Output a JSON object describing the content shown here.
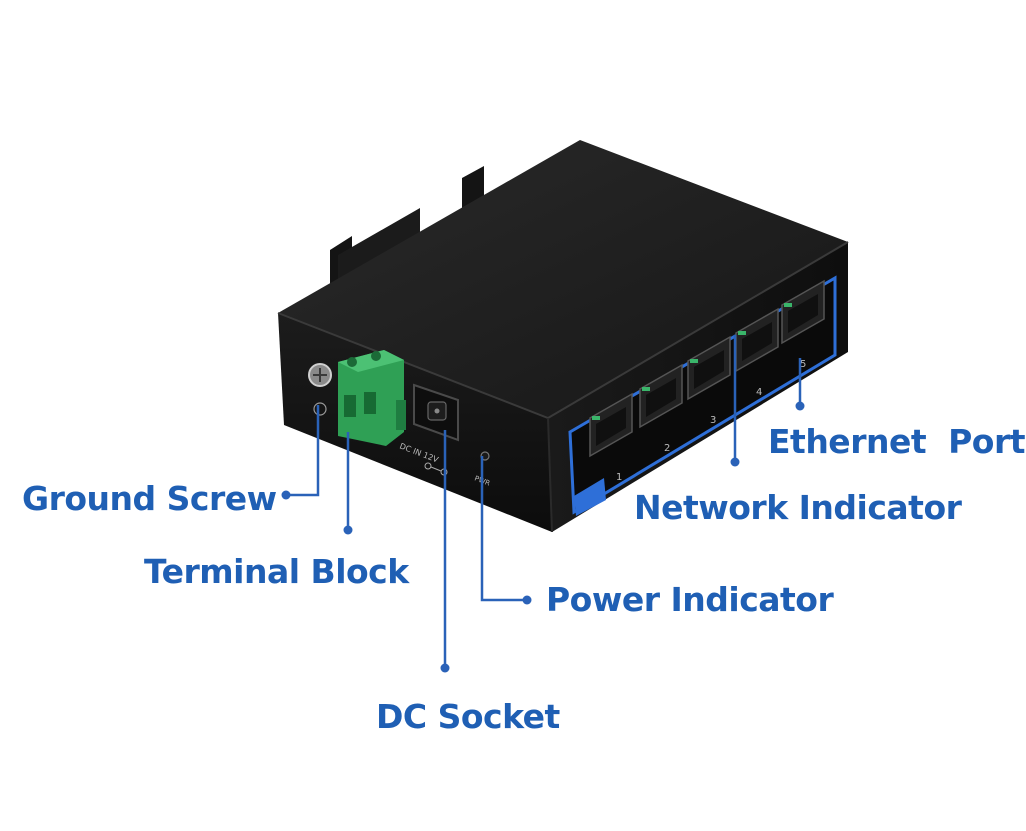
{
  "callouts": {
    "ground_screw": "Ground Screw",
    "terminal_block": "Terminal Block",
    "dc_socket": "DC Socket",
    "power_indicator": "Power Indicator",
    "network_indicator": "Network Indicator",
    "ethernet_port": "Ethernet  Port"
  },
  "device": {
    "dc_label": "DC IN 12V",
    "pwr_label": "PWR",
    "port_numbers": [
      "1",
      "2",
      "3",
      "4",
      "5"
    ]
  },
  "colors": {
    "callout_blue": "#1f5fb4",
    "leader_line": "#2a62b8",
    "device_body": "#151515",
    "terminal_green": "#2fa055",
    "port_frame_blue": "#2e6fd8"
  }
}
